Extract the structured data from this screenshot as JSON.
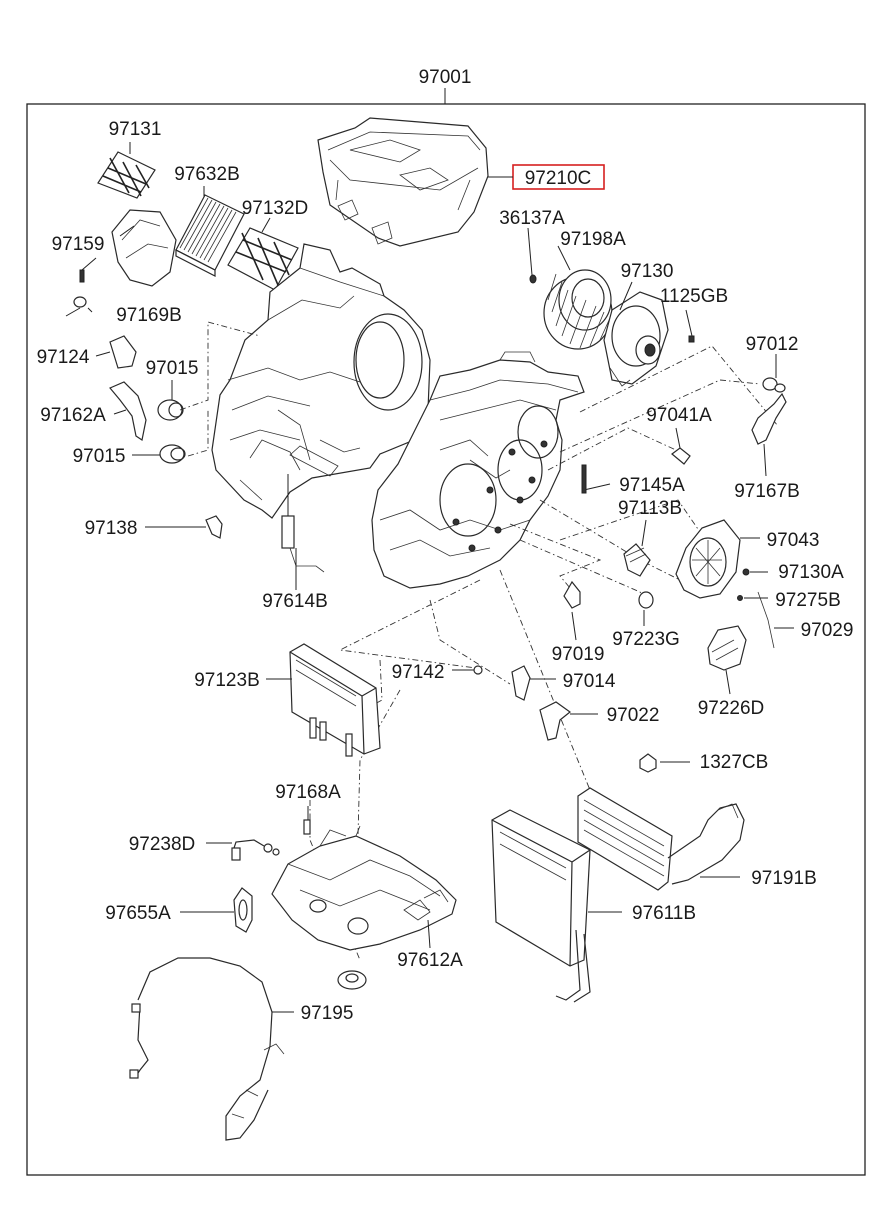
{
  "assembly_label": "97001",
  "highlight_color": "#d62020",
  "labels": {
    "p97131": "97131",
    "p97632B": "97632B",
    "p97132D": "97132D",
    "p97210C": "97210C",
    "p36137A": "36137A",
    "p97198A": "97198A",
    "p97130": "97130",
    "p1125GB": "1125GB",
    "p97159": "97159",
    "p97169B": "97169B",
    "p97012": "97012",
    "p97124": "97124",
    "p97015a": "97015",
    "p97162A": "97162A",
    "p97041A": "97041A",
    "p97015b": "97015",
    "p97167B": "97167B",
    "p97145A": "97145A",
    "p97113B": "97113B",
    "p97138": "97138",
    "p97043": "97043",
    "p97130A": "97130A",
    "p97614B": "97614B",
    "p97275B": "97275B",
    "p97029": "97029",
    "p97019": "97019",
    "p97223G": "97223G",
    "p97142": "97142",
    "p97014": "97014",
    "p97123B": "97123B",
    "p97226D": "97226D",
    "p97022": "97022",
    "p1327CB": "1327CB",
    "p97168A": "97168A",
    "p97238D": "97238D",
    "p97191B": "97191B",
    "p97655A": "97655A",
    "p97611B": "97611B",
    "p97612A": "97612A",
    "p97195": "97195"
  }
}
